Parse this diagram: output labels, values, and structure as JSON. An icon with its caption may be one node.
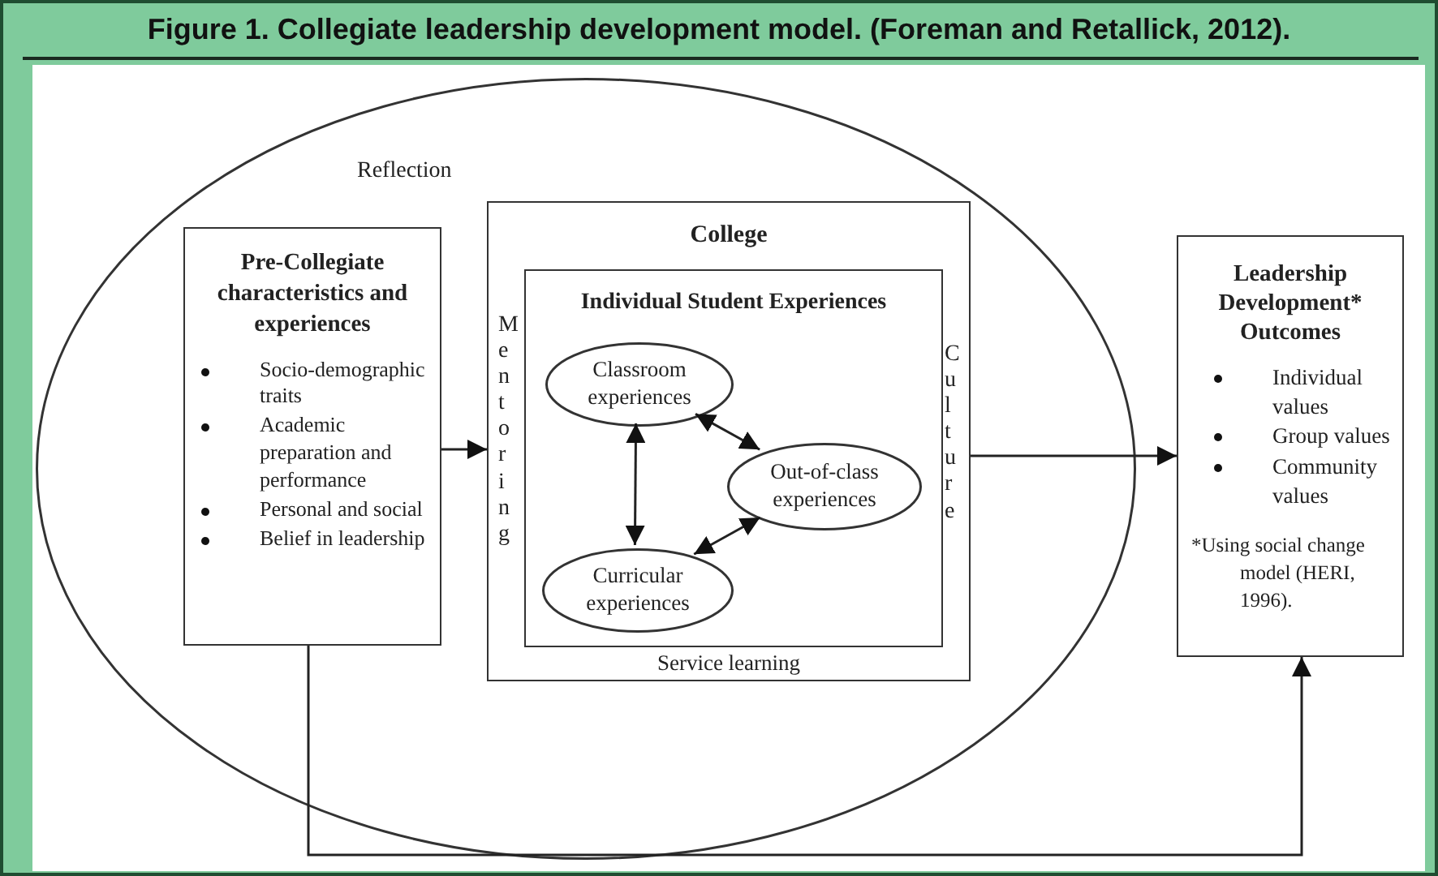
{
  "diagram": {
    "title": "Figure 1. Collegiate leadership development model. (Foreman and Retallick, 2012).",
    "nodes": [
      {
        "text": [
          "Reflection"
        ]
      },
      {
        "text": [
          "Pre-Collegiate characteristics and experiences",
          "Socio-demographic traits",
          "Academic preparation and performance",
          "Personal and social",
          "Belief in leadership"
        ],
        "in": 0
      },
      {
        "text": [
          "College",
          "Mentoring",
          "Culture",
          "Service learning"
        ],
        "in": 0
      },
      {
        "text": [
          "Individual Student Experiences"
        ],
        "in": 2
      },
      {
        "text": [
          "Classroom experiences"
        ],
        "in": 3
      },
      {
        "text": [
          "Out-of-class experiences"
        ],
        "in": 3
      },
      {
        "text": [
          "Curricular experiences"
        ],
        "in": 3
      },
      {
        "text": [
          "Leadership Development* Outcomes",
          "Individual values",
          "Group values",
          "Community values",
          "*Using social change model (HERI, 1996)."
        ]
      }
    ],
    "edges": [
      {
        "from": 1,
        "to": 2,
        "arrow": "to"
      },
      {
        "from": 2,
        "to": 7,
        "arrow": "to"
      },
      {
        "from": 4,
        "to": 6,
        "arrow": "both"
      },
      {
        "from": 4,
        "to": 5,
        "arrow": "both"
      },
      {
        "from": 6,
        "to": 5,
        "arrow": "both"
      },
      {
        "from": 1,
        "to": 7,
        "arrow": "to"
      }
    ]
  }
}
